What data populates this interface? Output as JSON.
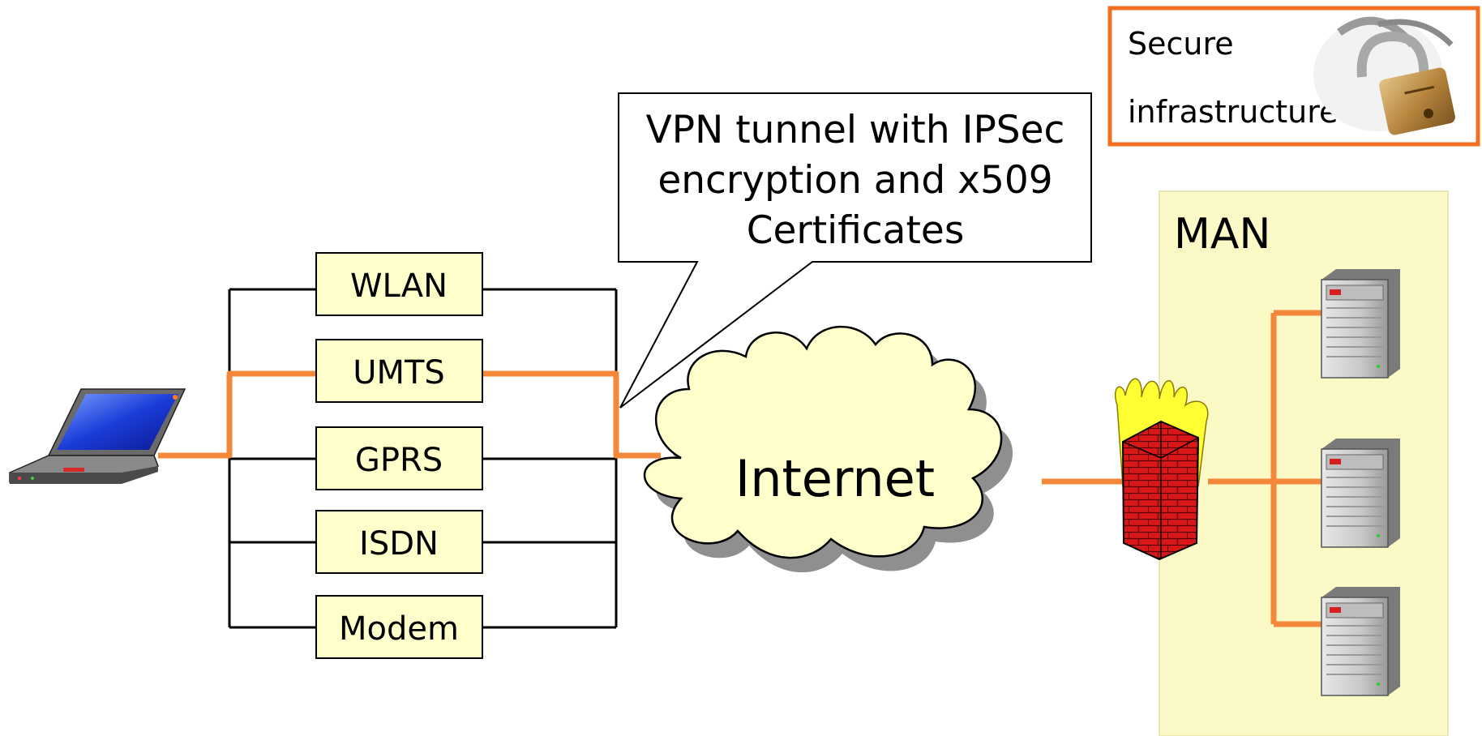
{
  "callout": {
    "lines": [
      "VPN tunnel with IPSec",
      "encryption and x509",
      "Certificates"
    ]
  },
  "legend": {
    "line1": "Secure",
    "line2": "infrastructure",
    "border_color": "#f07020"
  },
  "links": [
    {
      "label": "WLAN"
    },
    {
      "label": "UMTS"
    },
    {
      "label": "GPRS"
    },
    {
      "label": "ISDN"
    },
    {
      "label": "Modem"
    }
  ],
  "cloud": {
    "label": "Internet"
  },
  "man": {
    "label": "MAN",
    "fill": "#fbf9c6"
  },
  "colors": {
    "tunnel": "#f4883a",
    "box_fill": "#ffffcc",
    "cloud_fill": "#ffffcc"
  }
}
